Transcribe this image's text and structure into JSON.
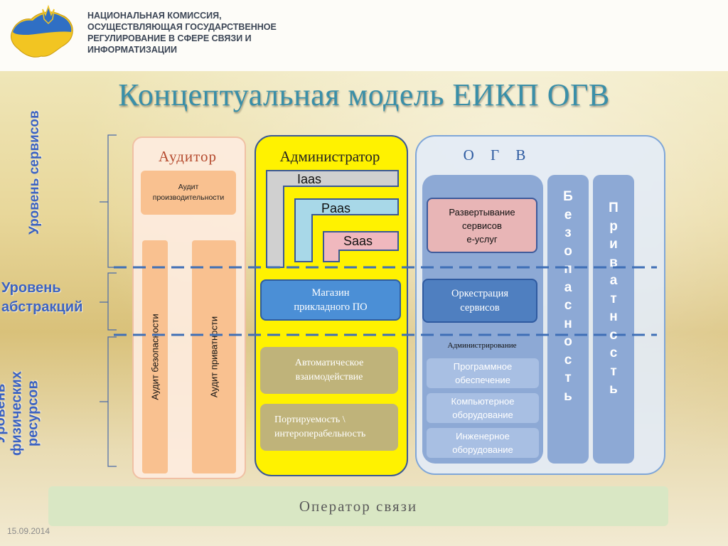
{
  "org": {
    "lines": [
      "НАЦИОНАЛЬНАЯ КОМИССИЯ,",
      "ОСУЩЕСТВЛЯЮЩАЯ ГОСУДАРСТВЕННОЕ",
      "РЕГУЛИРОВАНИЕ В СФЕРЕ СВЯЗИ И",
      "ИНФОРМАТИЗАЦИИ"
    ]
  },
  "title": "Концептуальная модель ЕИКП ОГВ",
  "levels": {
    "services": "Уровень сервисов",
    "abstractions": [
      "Уровень",
      "абстракций"
    ],
    "physical": [
      "Уровень",
      "физических",
      "ресурсов"
    ]
  },
  "auditor": {
    "title": "Аудитор",
    "performance": [
      "Аудит",
      "производительности"
    ],
    "security": "Аудит безопасности",
    "privacy": "Аудит приватности"
  },
  "admin": {
    "title": "Администратор",
    "iaas": "Iaas",
    "paas": "Paas",
    "saas": "Saas",
    "store": [
      "Магазин",
      "прикладного ПО"
    ],
    "auto": [
      "Автоматическое",
      "взаимодействие"
    ],
    "portability": [
      "Портируемость \\",
      "интероперабельность"
    ]
  },
  "ogv": {
    "title": "О Г В",
    "deploy": [
      "Развертывание",
      "сервисов",
      "е-услуг"
    ],
    "orchestration": [
      "Оркестрация",
      "сервисов"
    ],
    "administration": "Администрирование",
    "software": [
      "Программное",
      "обеспечение"
    ],
    "hardware": [
      "Компьютерное",
      "оборудование"
    ],
    "engineering": [
      "Инженерное",
      "оборудование"
    ],
    "security_col": "Б\nе\nз\nо\nп\nа\nс\nн\nо\nс\nт\nь",
    "privacy_col": "П\nр\nи\nв\nа\nт\nн\nо\nс\nт\nь"
  },
  "operator": "Оператор связи",
  "date": "15.09.2014",
  "colors": {
    "title": "#3a8fa8",
    "levels": "#3b62c1",
    "admin_bg": "#fff200",
    "ogv_bg": "#e2ecf8",
    "auditor_bg": "#fdecde"
  }
}
